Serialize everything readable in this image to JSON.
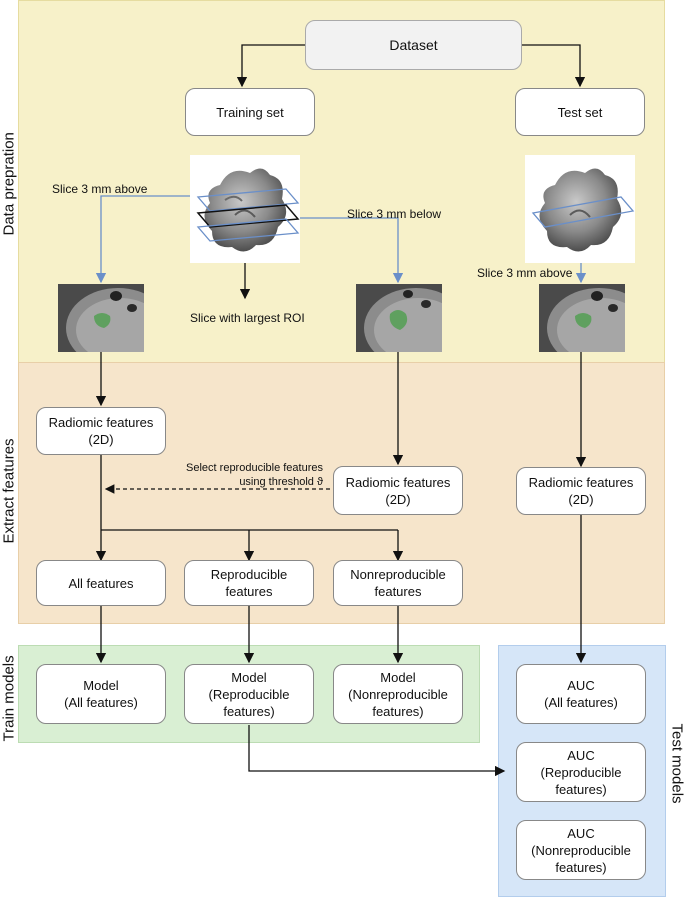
{
  "sections": {
    "prep": "Data prepration",
    "extract": "Extract features",
    "train": "Train models",
    "test": "Test models"
  },
  "boxes": {
    "dataset": "Dataset",
    "training_set": "Training set",
    "test_set": "Test set",
    "radiomic_left": "Radiomic features\n(2D)",
    "radiomic_mid": "Radiomic features\n(2D)",
    "radiomic_right": "Radiomic features\n(2D)",
    "all_features": "All features",
    "reproducible": "Reproducible\nfeatures",
    "nonreproducible": "Nonreproducible\nfeatures",
    "model_all": "Model\n(All features)",
    "model_repro": "Model\n(Reproducible\nfeatures)",
    "model_nonrepro": "Model\n(Nonreproducible\nfeatures)",
    "auc_all": "AUC\n(All features)",
    "auc_repro": "AUC\n(Reproducible\nfeatures)",
    "auc_nonrepro": "AUC\n(Nonreproducible\nfeatures)"
  },
  "notes": {
    "slice_above_left": "Slice 3 mm above",
    "slice_below": "Slice 3 mm below",
    "slice_largest": "Slice with largest ROI",
    "slice_above_right": "Slice 3 mm above",
    "select_repro": "Select reproducible features\nusing threshold ϑ"
  },
  "colors": {
    "prep_bg": "#f7f1c9",
    "extract_bg": "#f6e5cb",
    "train_bg": "#d9efd3",
    "test_bg": "#d6e6f8",
    "slice_plane": "#6a8fc9",
    "roi": "#5fa05f"
  }
}
